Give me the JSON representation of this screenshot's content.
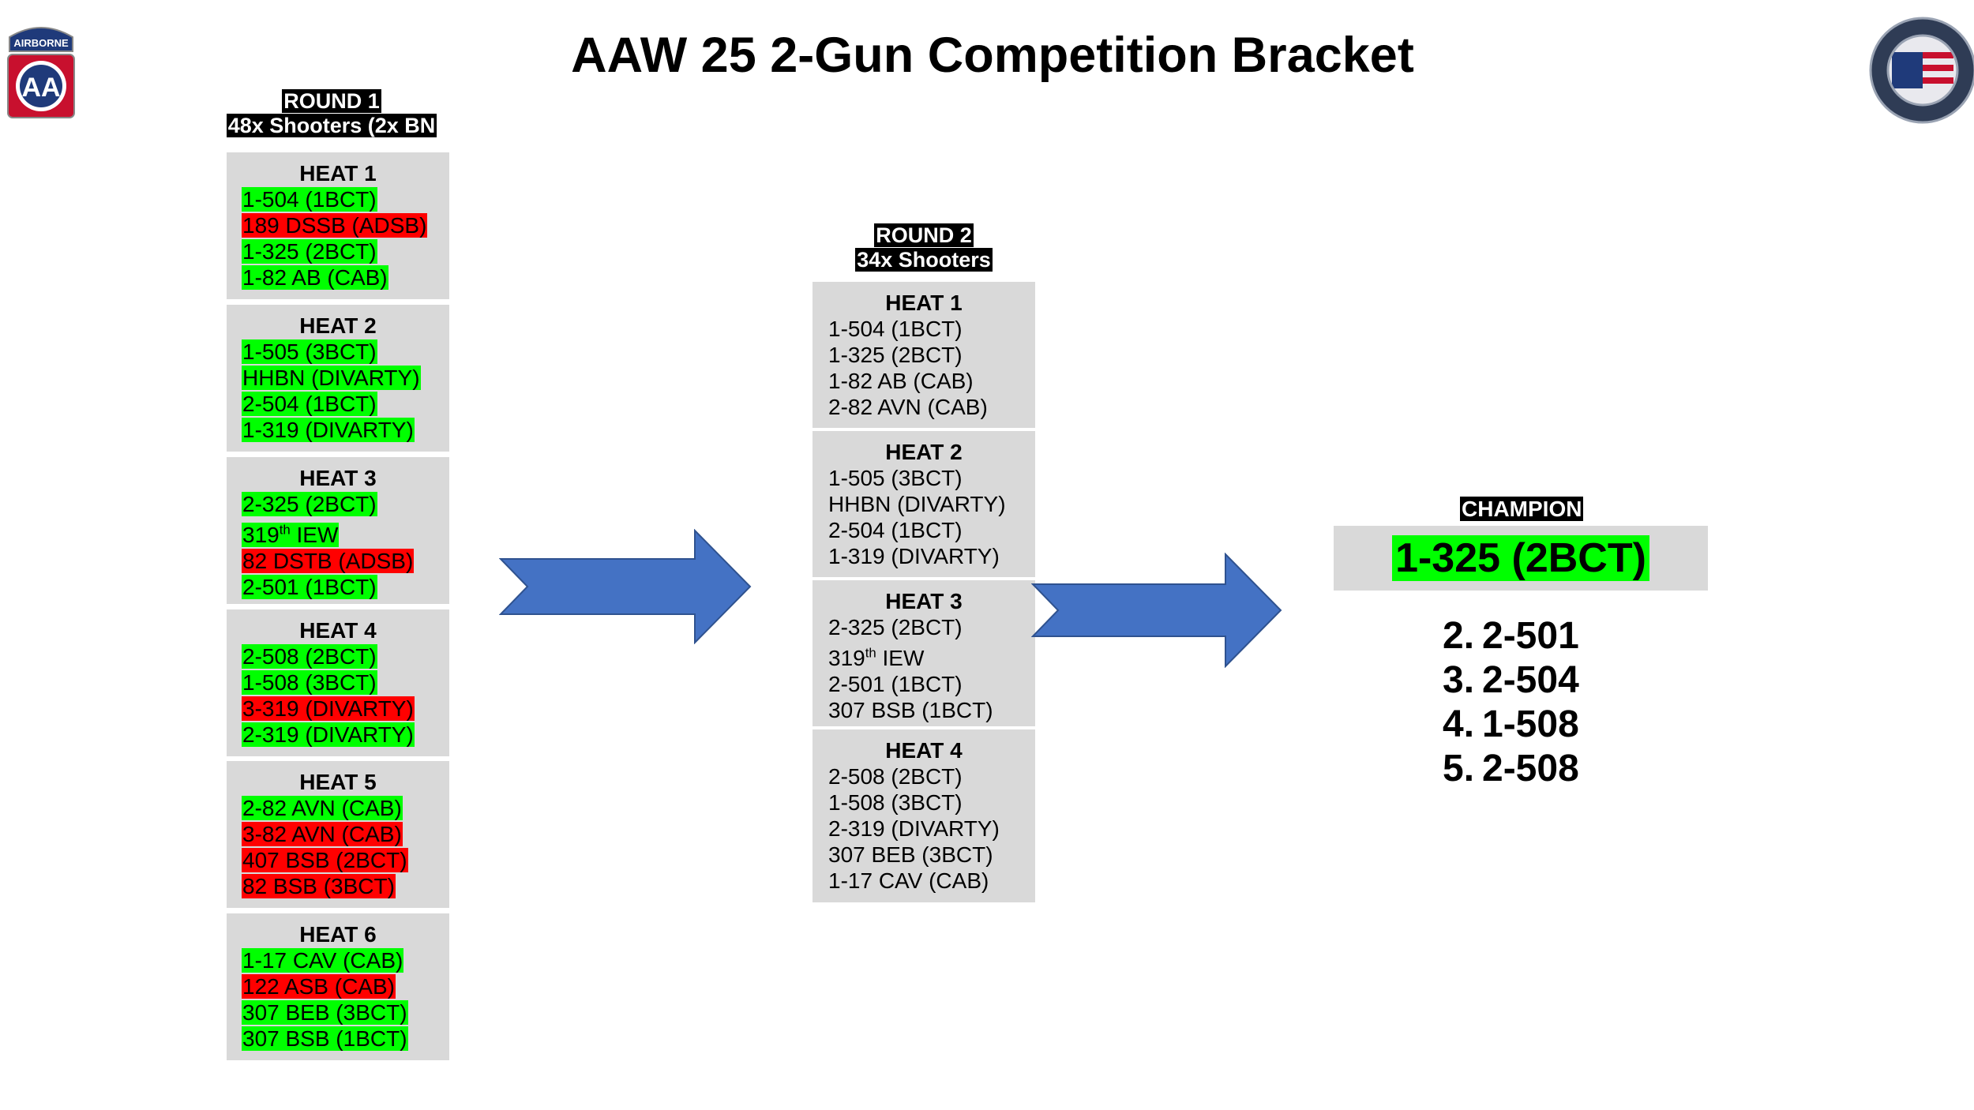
{
  "title": "AAW 25 2-Gun Competition Bracket",
  "colors": {
    "advance": "#00ff00",
    "eliminated": "#ff0000",
    "heat_bg": "#d9d9d9",
    "arrow": "#4472c4"
  },
  "logos": {
    "left": "airborne-aa-patch-icon",
    "right": "82nd-airborne-division-seal-icon",
    "left_text": "AIRBORNE",
    "left_letters": "AA"
  },
  "round1": {
    "label": "ROUND 1",
    "sublabel": "48x Shooters (2x BN",
    "heats": [
      {
        "title": "HEAT 1",
        "entries": [
          {
            "name": "1-504 (1BCT)",
            "status": "advance"
          },
          {
            "name": "189 DSSB (ADSB)",
            "status": "eliminated"
          },
          {
            "name": "1-325 (2BCT)",
            "status": "advance"
          },
          {
            "name": "1-82 AB (CAB)",
            "status": "advance"
          }
        ]
      },
      {
        "title": "HEAT 2",
        "entries": [
          {
            "name": "1-505 (3BCT)",
            "status": "advance"
          },
          {
            "name": "HHBN (DIVARTY)",
            "status": "advance"
          },
          {
            "name": "2-504 (1BCT)",
            "status": "advance"
          },
          {
            "name": "1-319 (DIVARTY)",
            "status": "advance"
          }
        ]
      },
      {
        "title": "HEAT 3",
        "entries": [
          {
            "name": "2-325 (2BCT)",
            "status": "advance"
          },
          {
            "name": "319th IEW",
            "status": "advance"
          },
          {
            "name": "82 DSTB (ADSB)",
            "status": "eliminated"
          },
          {
            "name": "2-501 (1BCT)",
            "status": "advance"
          }
        ]
      },
      {
        "title": "HEAT 4",
        "entries": [
          {
            "name": "2-508 (2BCT)",
            "status": "advance"
          },
          {
            "name": "1-508 (3BCT)",
            "status": "advance"
          },
          {
            "name": "3-319 (DIVARTY)",
            "status": "eliminated"
          },
          {
            "name": "2-319 (DIVARTY)",
            "status": "advance"
          }
        ]
      },
      {
        "title": "HEAT 5",
        "entries": [
          {
            "name": "2-82 AVN (CAB)",
            "status": "advance"
          },
          {
            "name": "3-82 AVN (CAB)",
            "status": "eliminated"
          },
          {
            "name": "407 BSB (2BCT)",
            "status": "eliminated"
          },
          {
            "name": "82 BSB (3BCT)",
            "status": "eliminated"
          }
        ]
      },
      {
        "title": "HEAT 6",
        "entries": [
          {
            "name": "1-17 CAV (CAB)",
            "status": "advance"
          },
          {
            "name": "122 ASB (CAB)",
            "status": "eliminated"
          },
          {
            "name": "307 BEB (3BCT)",
            "status": "advance"
          },
          {
            "name": "307 BSB (1BCT)",
            "status": "advance"
          }
        ]
      }
    ]
  },
  "round2": {
    "label": "ROUND 2",
    "sublabel": "34x Shooters",
    "heats": [
      {
        "title": "HEAT 1",
        "entries": [
          "1-504 (1BCT)",
          "1-325 (2BCT)",
          "1-82 AB (CAB)",
          "2-82 AVN (CAB)"
        ]
      },
      {
        "title": "HEAT 2",
        "entries": [
          "1-505 (3BCT)",
          "HHBN (DIVARTY)",
          "2-504 (1BCT)",
          "1-319 (DIVARTY)"
        ]
      },
      {
        "title": "HEAT 3",
        "entries": [
          "2-325 (2BCT)",
          "319th IEW",
          "2-501 (1BCT)",
          "307 BSB (1BCT)"
        ]
      },
      {
        "title": "HEAT 4",
        "entries": [
          "2-508 (2BCT)",
          "1-508 (3BCT)",
          "2-319 (DIVARTY)",
          "307 BEB (3BCT)",
          "1-17 CAV (CAB)"
        ]
      }
    ]
  },
  "champion": {
    "label": "CHAMPION",
    "name": "1-325 (2BCT)"
  },
  "placings": [
    {
      "rank": "2.",
      "unit": "2-501"
    },
    {
      "rank": "3.",
      "unit": "2-504"
    },
    {
      "rank": "4.",
      "unit": "1-508"
    },
    {
      "rank": "5.",
      "unit": "2-508"
    }
  ]
}
